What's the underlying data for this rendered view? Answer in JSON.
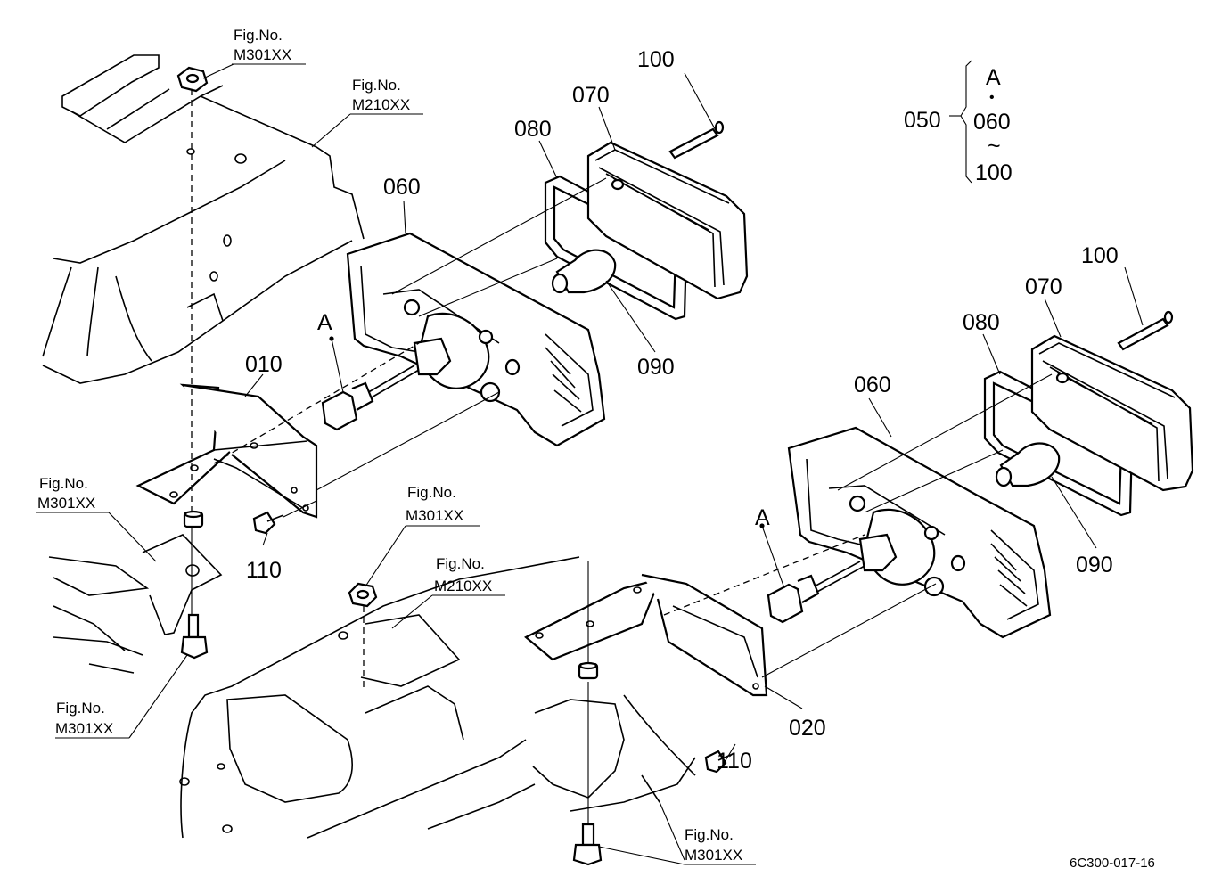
{
  "drawing_code": "6C300-017-16",
  "legend": {
    "group": "050",
    "top": "A",
    "dot": "•",
    "from": "060",
    "tilde": "~",
    "to": "100"
  },
  "figure_refs": {
    "m301_top": {
      "line1": "Fig.No.",
      "line2": "M301XX"
    },
    "m210_top": {
      "line1": "Fig.No.",
      "line2": "M210XX"
    },
    "m301_left": {
      "line1": "Fig.No.",
      "line2": "M301XX"
    },
    "m301_center": {
      "line1": "Fig.No.",
      "line2": "M301XX"
    },
    "m210_center": {
      "line1": "Fig.No.",
      "line2": "M210XX"
    },
    "m301_lower_left": {
      "line1": "Fig.No.",
      "line2": "M301XX"
    },
    "m301_bottom": {
      "line1": "Fig.No.",
      "line2": "M301XX"
    }
  },
  "callouts": {
    "left_100": "100",
    "left_070": "070",
    "left_080": "080",
    "left_060": "060",
    "left_090": "090",
    "left_A": "A",
    "bracket_010": "010",
    "screw_left_110": "110",
    "right_100": "100",
    "right_070": "070",
    "right_080": "080",
    "right_060": "060",
    "right_090": "090",
    "right_A": "A",
    "bracket_020": "020",
    "screw_right_110": "110"
  }
}
